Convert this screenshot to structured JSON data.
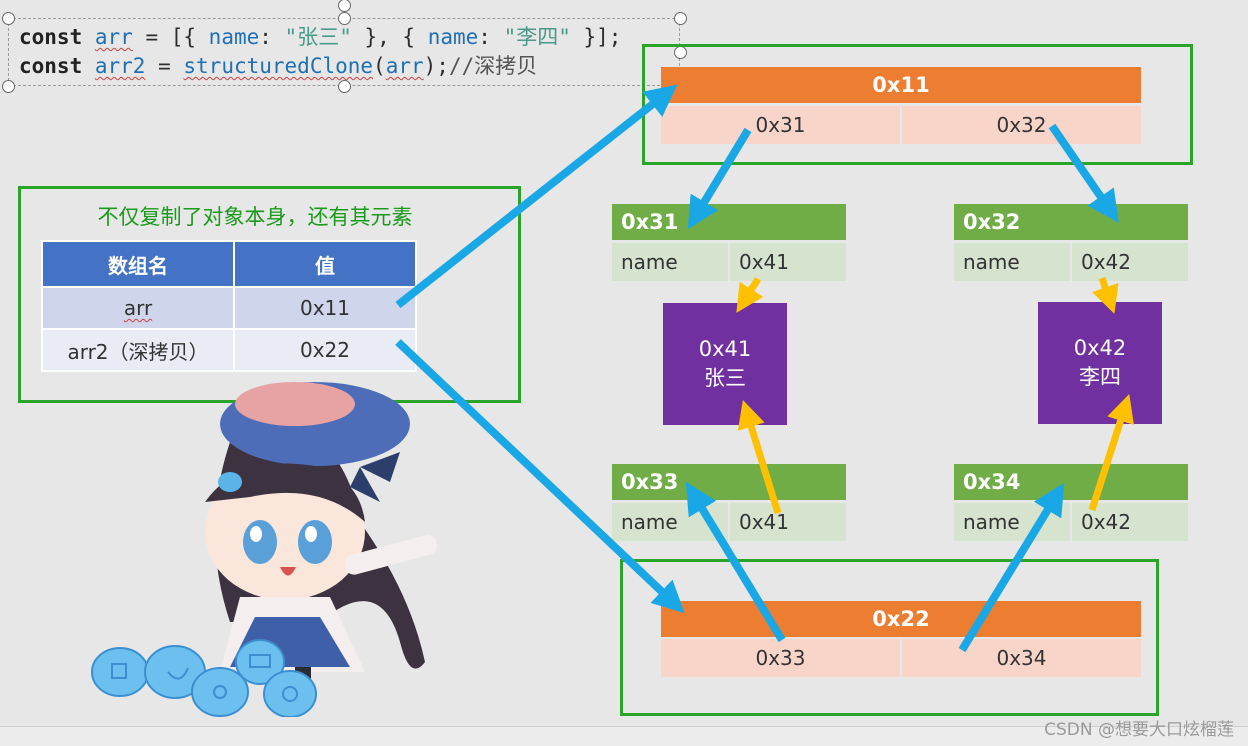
{
  "code": {
    "kw1": "const",
    "var1": "arr",
    "eq1": " = [{ ",
    "prop1": "name",
    "colon1": ": ",
    "str1": "\"张三\"",
    "mid1": " }, { ",
    "prop2": "name",
    "colon2": ": ",
    "str2": "\"李四\"",
    "end1": " }];",
    "kw2": "const",
    "var2": "arr2",
    "eq2": " = ",
    "fn": "structuredClone",
    "paren_open": "(",
    "arg": "arr",
    "end2": ");",
    "comment": "//深拷贝"
  },
  "note": {
    "text": "不仅复制了对象本身，还有其元素",
    "table": {
      "headers": [
        "数组名",
        "值"
      ],
      "rows": [
        [
          "arr",
          "0x11"
        ],
        [
          "arr2（深拷贝）",
          "0x22"
        ]
      ]
    }
  },
  "arrays": {
    "top": {
      "header": "0x11",
      "cells": [
        "0x31",
        "0x32"
      ]
    },
    "bottom": {
      "header": "0x22",
      "cells": [
        "0x33",
        "0x34"
      ]
    }
  },
  "objects": {
    "o31": {
      "header": "0x31",
      "key": "name",
      "val": "0x41"
    },
    "o32": {
      "header": "0x32",
      "key": "name",
      "val": "0x42"
    },
    "o33": {
      "header": "0x33",
      "key": "name",
      "val": "0x41"
    },
    "o34": {
      "header": "0x34",
      "key": "name",
      "val": "0x42"
    }
  },
  "strings": {
    "s41": {
      "addr": "0x41",
      "text": "张三"
    },
    "s42": {
      "addr": "0x42",
      "text": "李四"
    }
  },
  "colors": {
    "arrow_blue": "#1aa7e6",
    "arrow_gold": "#ffc000",
    "frame_green": "#2aa52a"
  },
  "footer": "CSDN @想要大口炫榴莲"
}
